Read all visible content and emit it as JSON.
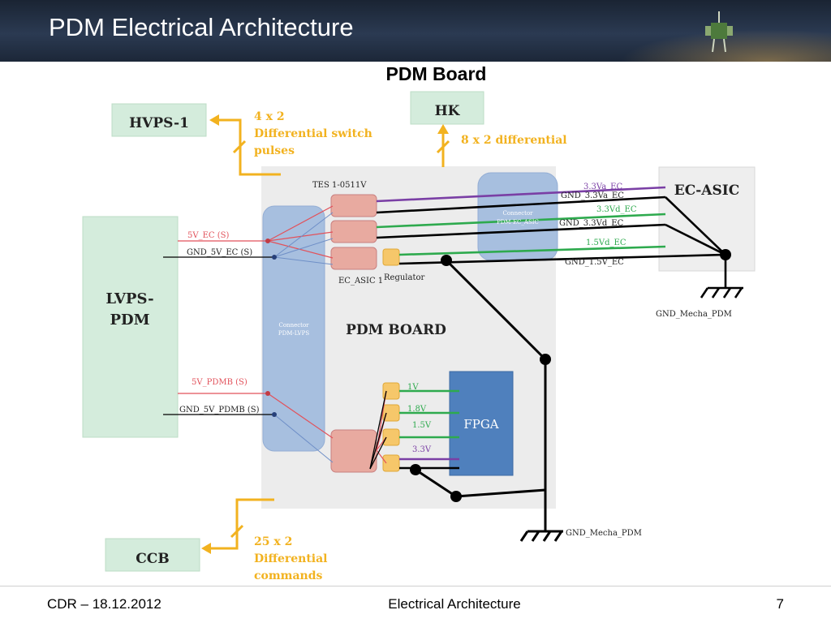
{
  "header": {
    "title": "PDM Electrical Architecture",
    "logo_icon": "satellite-icon"
  },
  "subtitle": "PDM Board",
  "diagram": {
    "blocks": {
      "hvps": "HVPS-1",
      "hk": "HK",
      "ec_asic": "EC-ASIC",
      "lvps_line1": "LVPS-",
      "lvps_line2": "PDM",
      "ccb": "CCB",
      "pdm_board": "PDM BOARD",
      "fpga": "FPGA",
      "conn_lvps_1": "Connector",
      "conn_lvps_2": "PDM-LVPS",
      "conn_ec_1": "Connector",
      "conn_ec_2": "PDM-EC_ASIC"
    },
    "annotations": {
      "hvps_1": "4 x 2",
      "hvps_2": "Differential switch",
      "hvps_3": "pulses",
      "hk": "8 x 2 differential",
      "ccb_1": "25 x 2",
      "ccb_2": "Differential",
      "ccb_3": "commands"
    },
    "labels": {
      "tes": "TES 1-0511V",
      "ec_asic_1": "EC_ASIC 1",
      "regulator": "Regulator",
      "v_3_3va": "3.3Va_EC",
      "gnd_3_3va": "GND_3.3Va_EC",
      "v_3_3vd": "3.3Vd_EC",
      "gnd_3_3vd": "GND_3.3Vd_EC",
      "v_1_5vd": "1.5Vd_EC",
      "gnd_1_5v": "GND_1.5V_EC",
      "v5_ec": "5V_EC (S)",
      "gnd_5v_ec": "GND_5V_EC (S)",
      "v5_pdmb": "5V_PDMB (S)",
      "gnd_5v_pdmb": "GND_5V_PDMB (S)",
      "v1": "1V",
      "v1_8": "1.8V",
      "v1_5": "1.5V",
      "v3_3": "3.3V",
      "gnd_mecha_1": "GND_Mecha_PDM",
      "gnd_mecha_2": "GND_Mecha_PDM"
    },
    "colors": {
      "block_green": "#d4ecdc",
      "connector_blue": "#a7bfdf",
      "fpga_blue": "#4f80bd",
      "annotation_orange": "#f2b21f",
      "red_line": "#e2515a",
      "purple_line": "#7a3fa5",
      "green_line": "#2eaa4e"
    }
  },
  "footer": {
    "left": "CDR – 18.12.2012",
    "center": "Electrical Architecture",
    "right": "7"
  }
}
